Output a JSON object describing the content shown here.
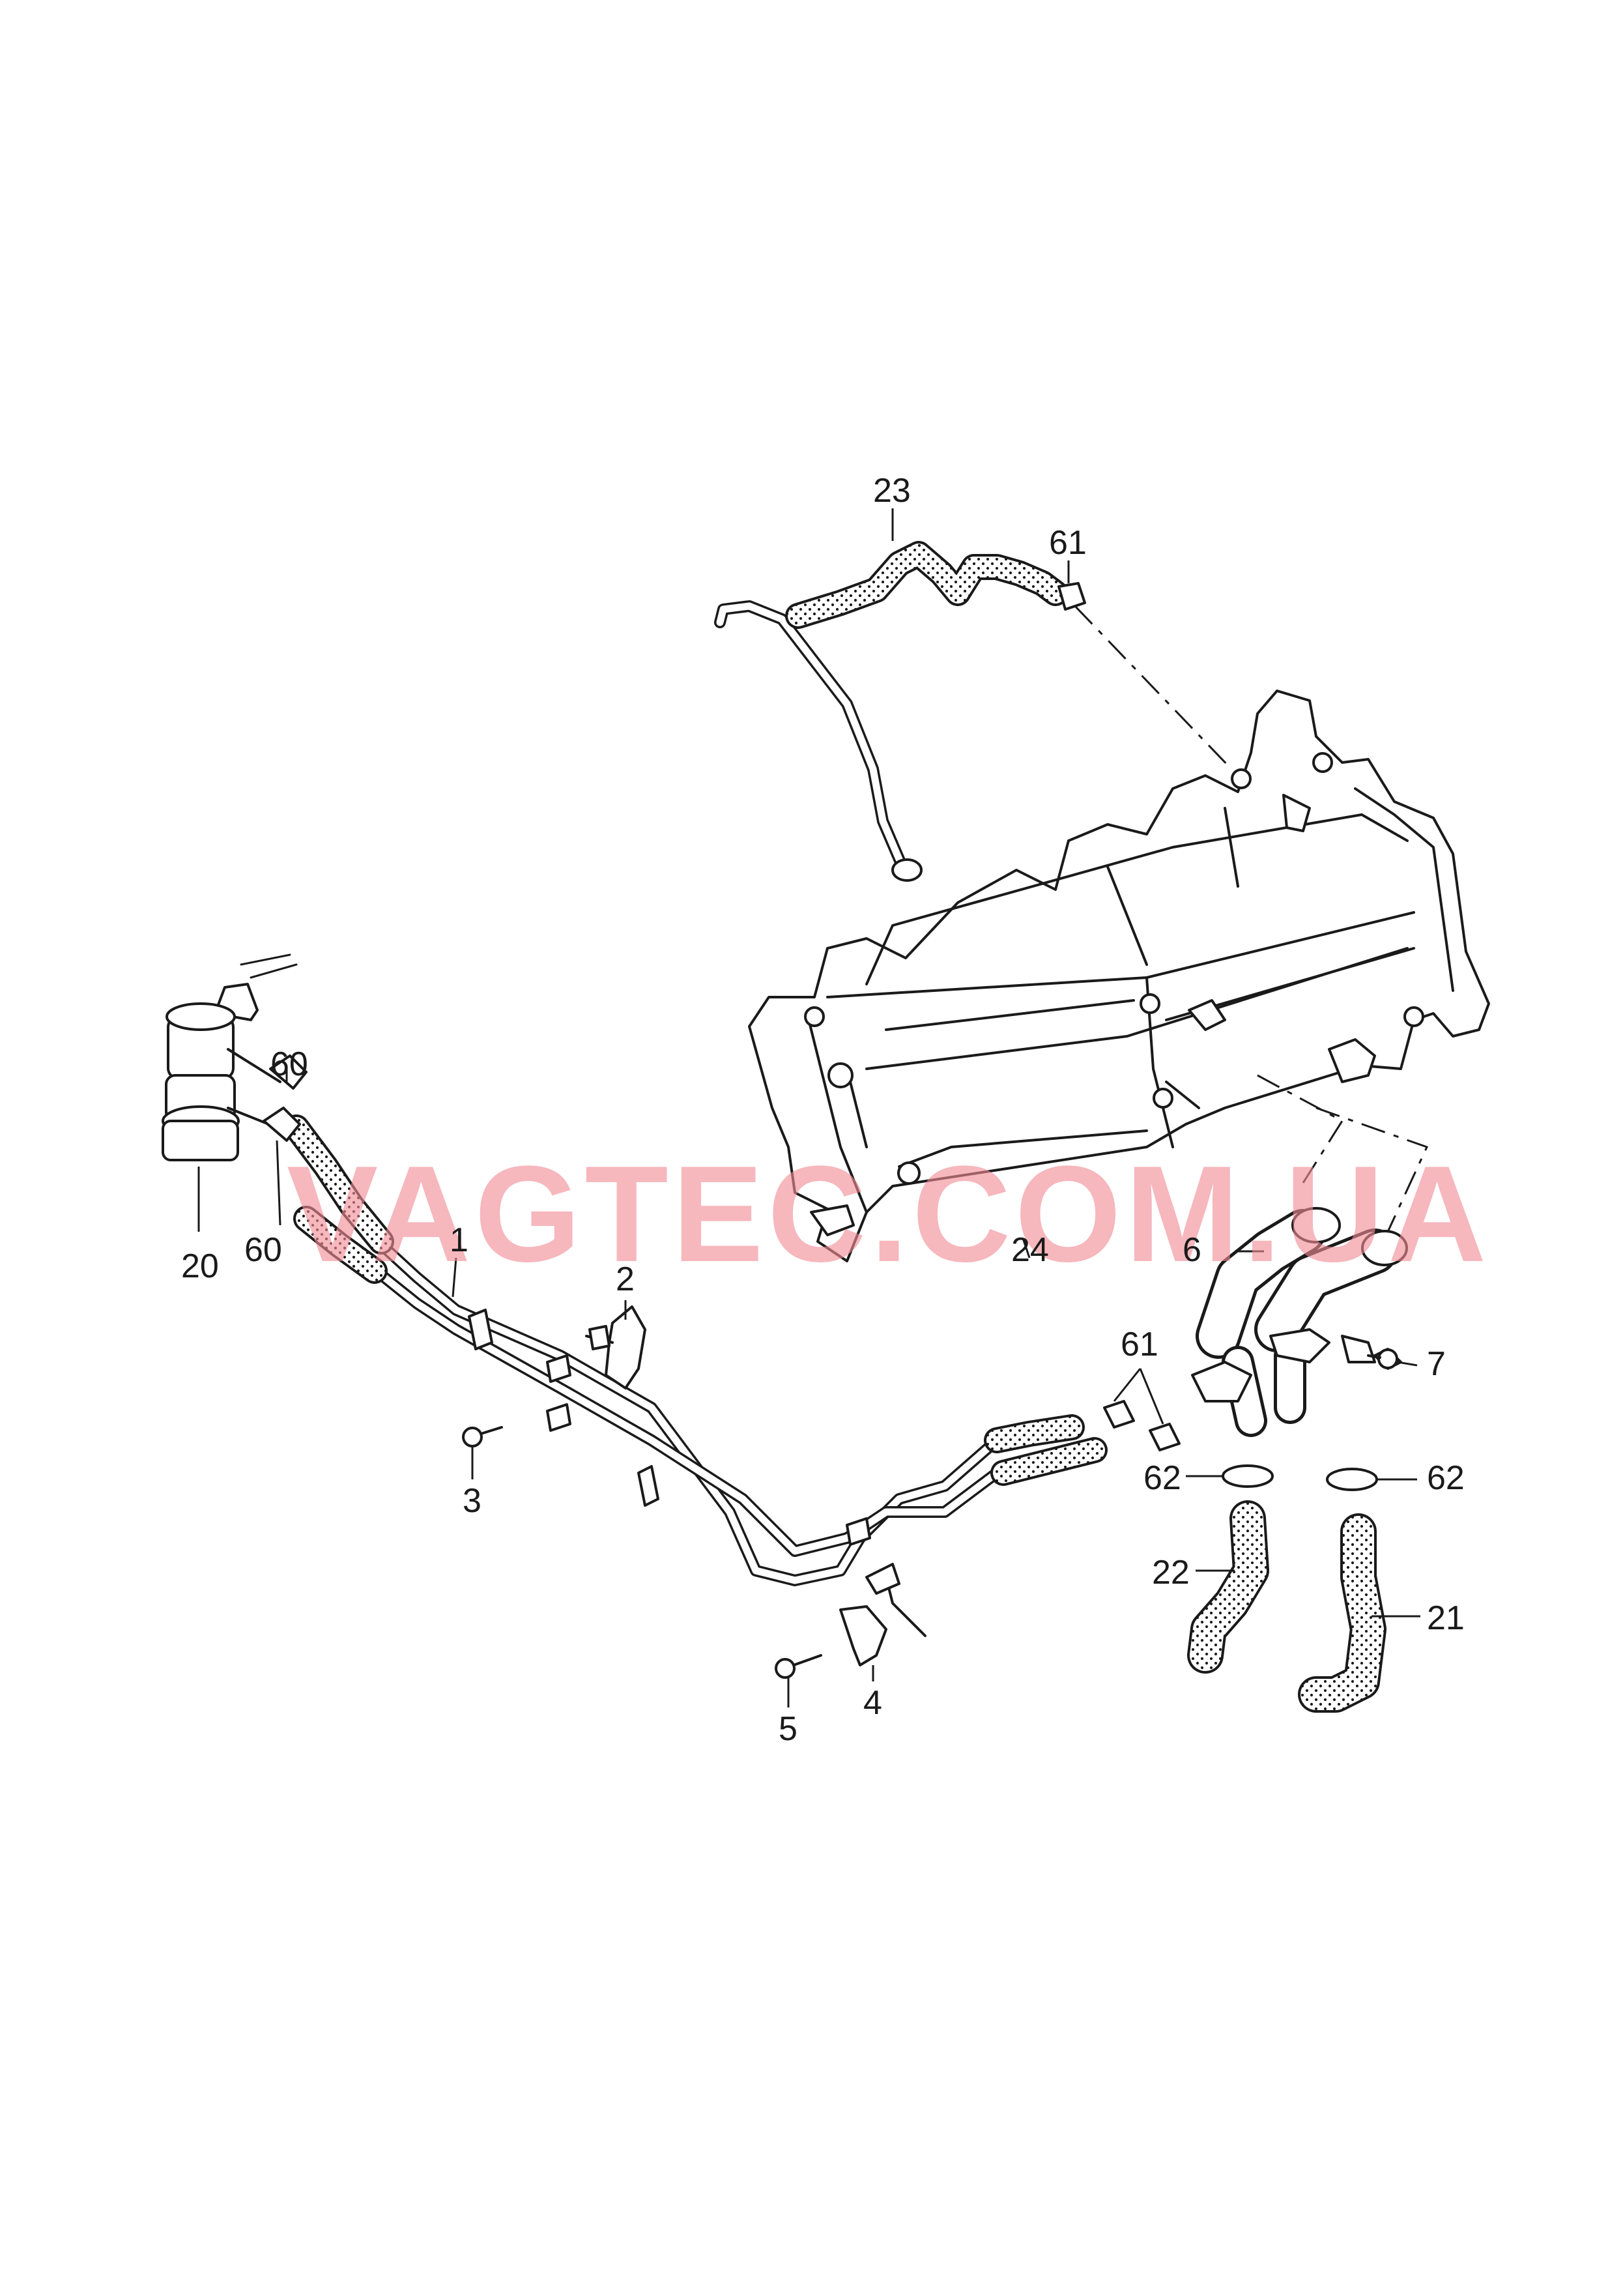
{
  "watermark": "VAGTEC.COM.UA",
  "callouts": {
    "c1": "1",
    "c2": "2",
    "c3": "3",
    "c4": "4",
    "c5": "5",
    "c6": "6",
    "c7": "7",
    "c20": "20",
    "c21": "21",
    "c22": "22",
    "c23": "23",
    "c24": "24",
    "c60a": "60",
    "c60b": "60",
    "c61a": "61",
    "c61b": "61",
    "c62a": "62",
    "c62b": "62"
  },
  "colors": {
    "line": "#1a1a1a",
    "watermark": "#f08a94",
    "background": "#ffffff"
  }
}
